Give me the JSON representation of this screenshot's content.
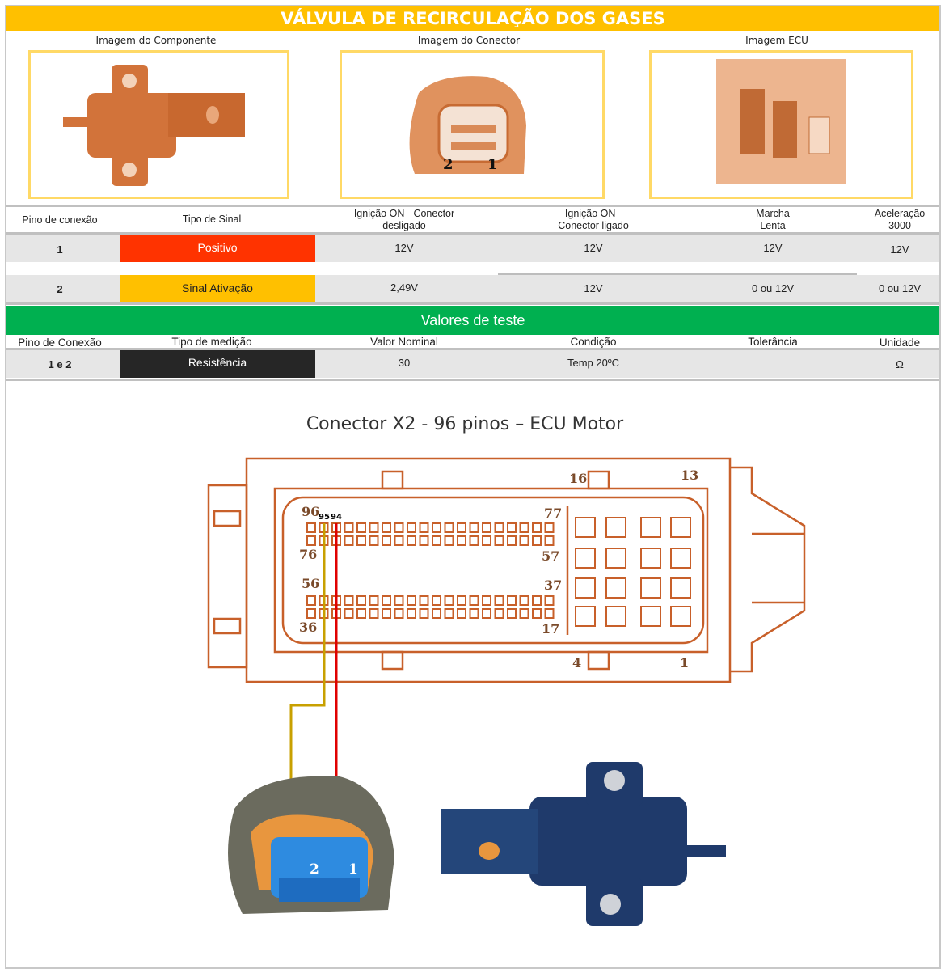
{
  "title": "VÁLVULA DE RECIRCULAÇÃO DOS GASES",
  "images": {
    "component": "Imagem do Componente",
    "connector": "Imagem do Conector",
    "ecu": "Imagem ECU",
    "connector_pins": [
      "2",
      "1"
    ]
  },
  "signal_table": {
    "headers": [
      "Pino de conexão",
      "Tipo de Sinal",
      "Ignição ON - Conector desligado",
      "Ignição ON - Conector ligado",
      "Marcha Lenta",
      "Aceleração 3000"
    ],
    "rows": [
      {
        "pin": "1",
        "type": "Positivo",
        "color": "#FF3300",
        "ign_off": "12V",
        "ign_on": "12V",
        "idle": "12V",
        "accel": "12V"
      },
      {
        "pin": "2",
        "type": "Sinal Ativação",
        "color": "#FFC000",
        "ign_off": "2,49V",
        "ign_on": "12V",
        "idle": "0 ou 12V",
        "accel": "0 ou 12V"
      }
    ]
  },
  "test_section": {
    "title": "Valores de teste",
    "headers": [
      "Pino de Conexão",
      "Tipo de medição",
      "Valor Nominal",
      "Condição",
      "Tolerância",
      "Unidade"
    ],
    "row": {
      "pin": "1 e 2",
      "type": "Resistência",
      "nominal": "30",
      "condition": "Temp 20ºC",
      "tolerance": "",
      "unit": "Ω"
    }
  },
  "diagram": {
    "title": "Conector X2 - 96 pinos – ECU Motor",
    "labels": {
      "p96": "96",
      "p95": "95",
      "p94": "94",
      "p77": "77",
      "p76": "76",
      "p57": "57",
      "p56": "56",
      "p37": "37",
      "p36": "36",
      "p17": "17",
      "p16": "16",
      "p13": "13",
      "p4": "4",
      "p1": "1"
    },
    "photo_pins": [
      "2",
      "1"
    ],
    "wire_colors": {
      "pin95": "#C8A000",
      "pin94": "#E00000"
    }
  }
}
